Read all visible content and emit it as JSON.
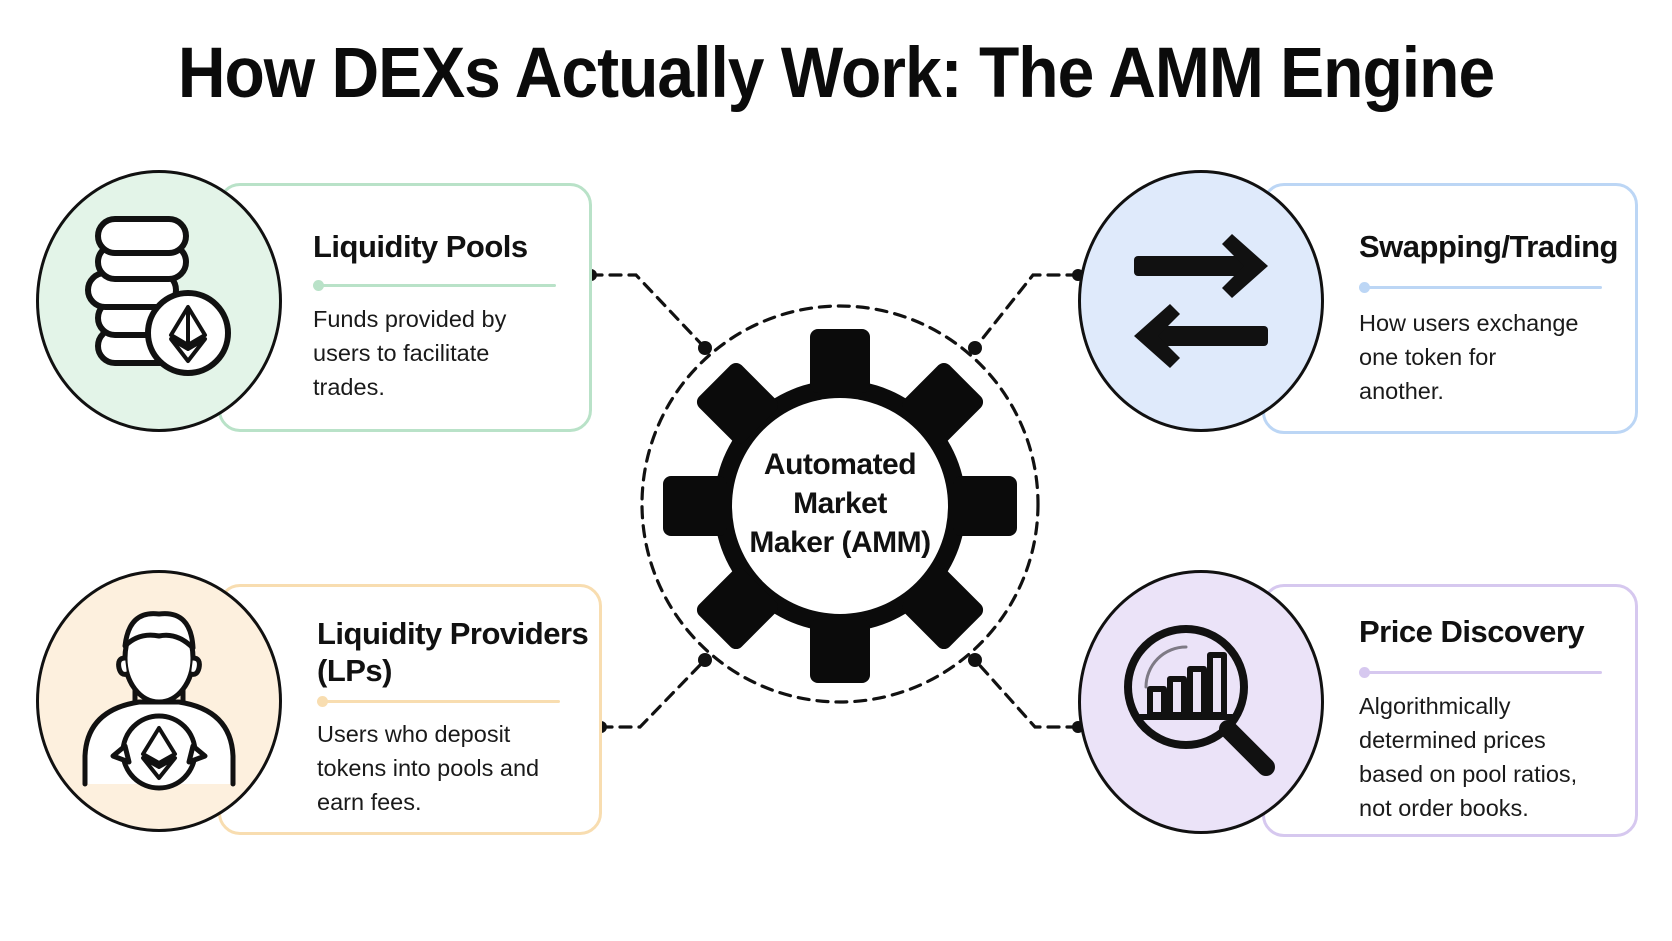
{
  "title": "How DEXs Actually Work: The AMM Engine",
  "hub": {
    "line1": "Automated",
    "line2": "Market",
    "line3": "Maker (AMM)",
    "icon": "gear-icon"
  },
  "cards": {
    "liquidity_pools": {
      "heading": "Liquidity Pools",
      "lines": [
        "Funds provided by",
        "users to facilitate",
        "trades."
      ],
      "icon": "coin-stack-ethereum-icon",
      "accent": "#b9e2c8",
      "circle_fill": "#e3f4e8"
    },
    "swapping": {
      "heading": "Swapping/Trading",
      "lines": [
        "How users exchange",
        "one token for",
        "another."
      ],
      "icon": "swap-arrows-icon",
      "accent": "#bcd6f5",
      "circle_fill": "#dfeafb"
    },
    "providers": {
      "heading_line1": "Liquidity Providers",
      "heading_line2": "(LPs)",
      "lines": [
        "Users who deposit",
        "tokens into pools and",
        "earn fees."
      ],
      "icon": "person-holding-ethereum-coin-icon",
      "accent": "#f8ddb0",
      "circle_fill": "#fdf0de"
    },
    "price_discovery": {
      "heading": "Price Discovery",
      "lines": [
        "Algorithmically",
        "determined prices",
        "based on pool ratios,",
        "not order books."
      ],
      "icon": "magnifier-bar-chart-icon",
      "accent": "#d6c8ef",
      "circle_fill": "#ebe3f8"
    }
  }
}
